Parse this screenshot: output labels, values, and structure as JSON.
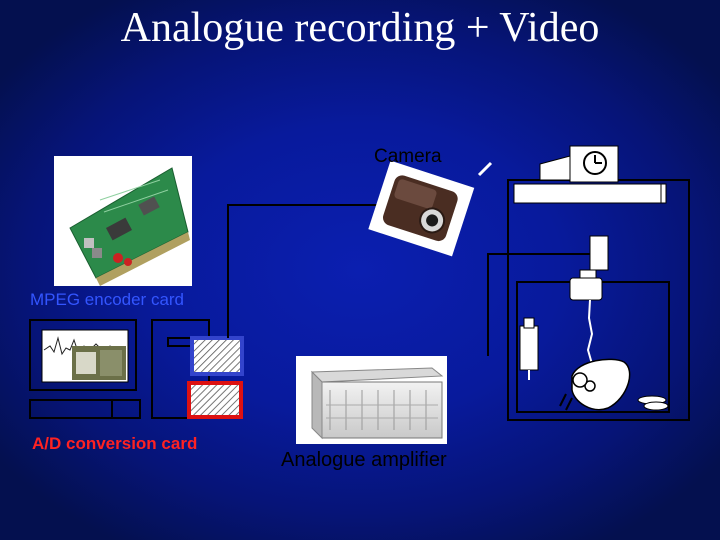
{
  "title": "Analogue recording + Video",
  "labels": {
    "camera": "Camera",
    "mpeg_card": "MPEG encoder card",
    "ad_card": "A/D conversion card",
    "amplifier": "Analogue amplifier"
  },
  "colors": {
    "background": "#0a1ca8",
    "title": "#ffffff",
    "mpeg_label": "#3355ff",
    "ad_label": "#ff2222",
    "mpeg_slot_border": "#3344cc",
    "ad_slot_border": "#dd1111"
  },
  "icons": [
    "pcb-card-photo",
    "camera-photo",
    "clock-icon",
    "amplifier-photo",
    "mouse-icon",
    "computer-outline"
  ]
}
